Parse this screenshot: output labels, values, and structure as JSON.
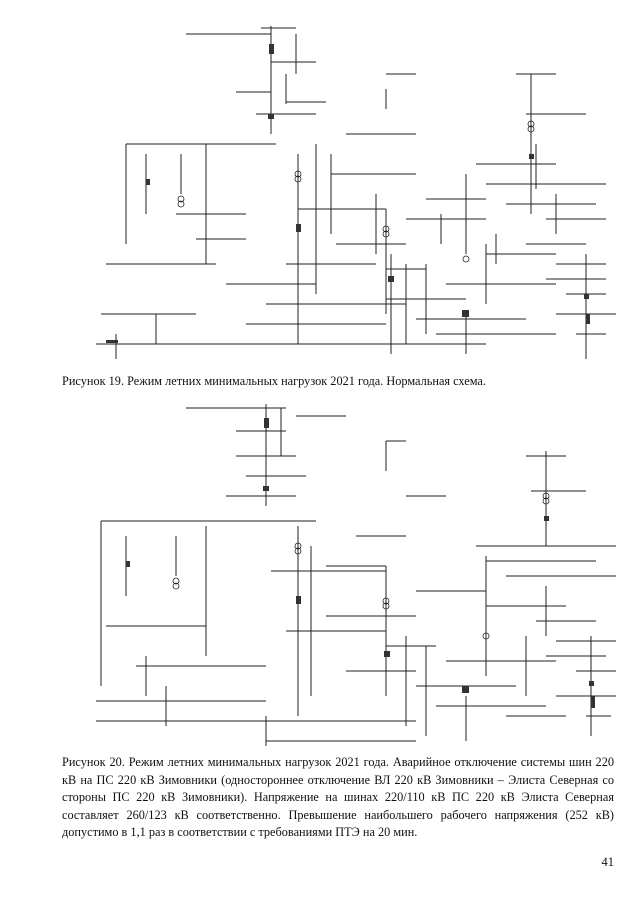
{
  "figures": [
    {
      "caption": "Рисунок 19. Режим летних минимальных нагрузок 2021 года. Нормальная схема."
    },
    {
      "caption": "Рисунок 20. Режим летних минимальных нагрузок 2021 года. Аварийное отключение системы шин 220 кВ на ПС 220 кВ Зимовники (одностороннее отключение ВЛ 220 кВ Зимовники – Элиста Северная со стороны ПС 220 кВ Зимовники). Напряжение на шинах 220/110 кВ ПС 220 кВ Элиста Северная составляет 260/123 кВ соответственно. Превышение наибольшего рабочего напряжения (252 кВ) допустимо в 1,1 раз в соответствии с требованиями ПТЭ на 20 мин."
    }
  ],
  "page_number": "41"
}
